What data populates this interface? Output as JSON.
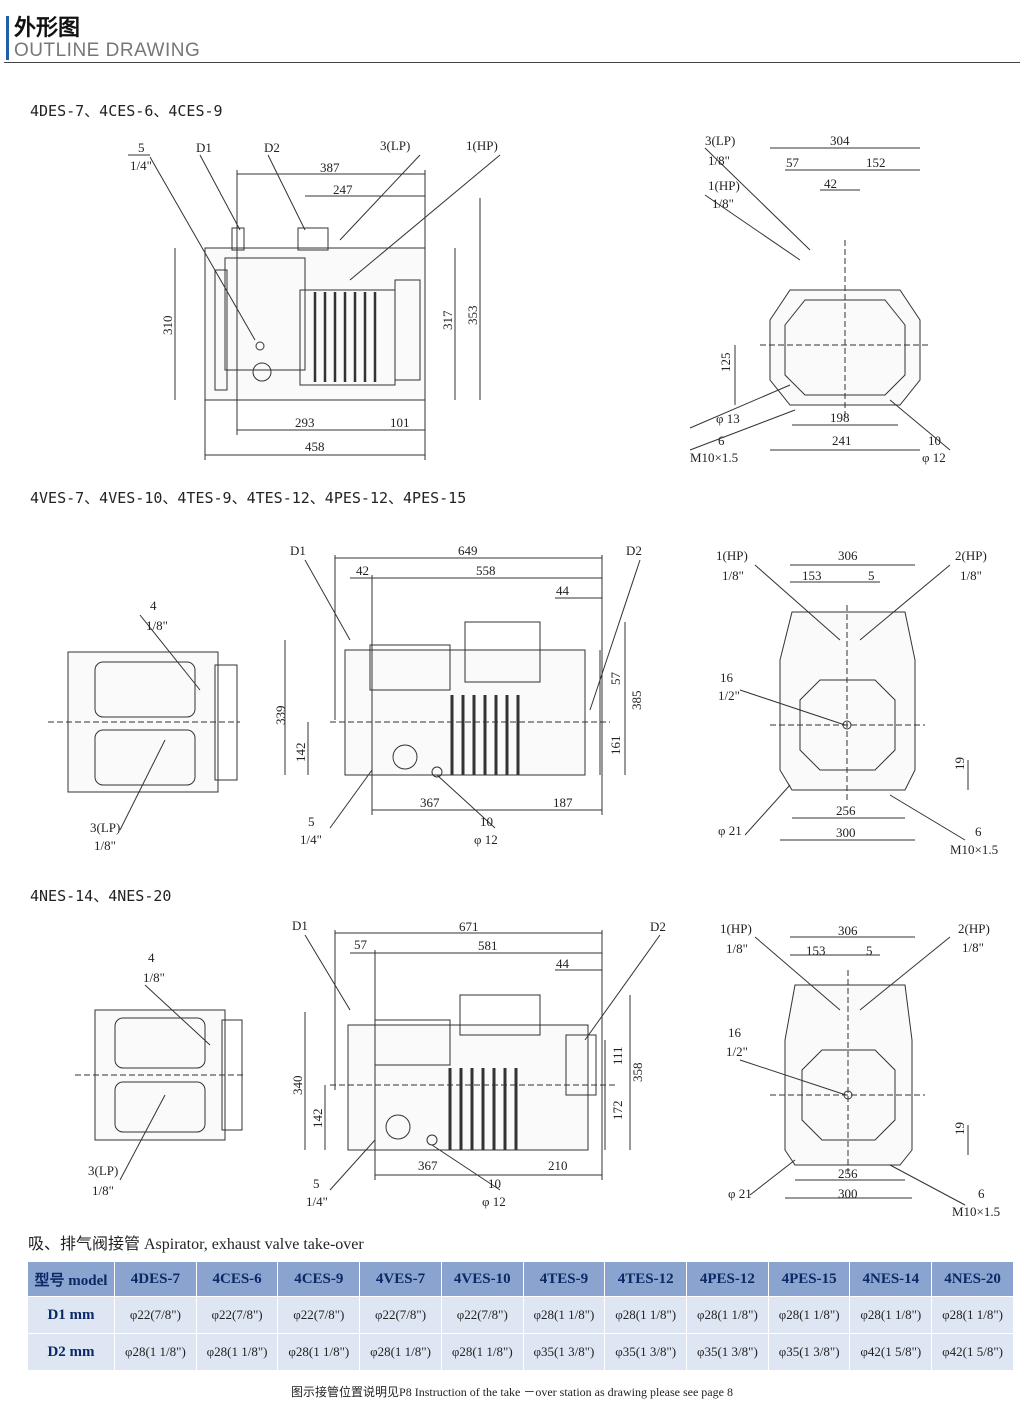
{
  "header": {
    "title_cn": "外形图",
    "title_en": "OUTLINE  DRAWING"
  },
  "sections": [
    {
      "title": "4DES-7、4CES-6、4CES-9"
    },
    {
      "title": "4VES-7、4VES-10、4TES-9、4TES-12、4PES-12、4PES-15"
    },
    {
      "title": "4NES-14、4NES-20"
    }
  ],
  "drawing1": {
    "front": {
      "labels": [
        "5",
        "1/4\"",
        "D1",
        "D2",
        "3(LP)",
        "1(HP)",
        "387",
        "247",
        "310",
        "317",
        "353",
        "293",
        "101",
        "458"
      ]
    },
    "side": {
      "labels": [
        "3(LP)",
        "1/8\"",
        "1(HP)",
        "1/8\"",
        "304",
        "57",
        "152",
        "42",
        "125",
        "φ 13",
        "198",
        "6",
        "M10×1.5",
        "241",
        "10",
        "φ 12"
      ]
    }
  },
  "drawing2": {
    "top": {
      "labels": [
        "4",
        "1/8\"",
        "3(LP)",
        "1/8\""
      ]
    },
    "front": {
      "labels": [
        "D1",
        "649",
        "42",
        "558",
        "D2",
        "44",
        "339",
        "142",
        "57",
        "385",
        "161",
        "367",
        "187",
        "5",
        "1/4\"",
        "10",
        "φ 12"
      ]
    },
    "side": {
      "labels": [
        "1(HP)",
        "1/8\"",
        "306",
        "153",
        "5",
        "2(HP)",
        "1/8\"",
        "16",
        "1/2\"",
        "19",
        "256",
        "φ 21",
        "300",
        "6",
        "M10×1.5"
      ]
    }
  },
  "drawing3": {
    "top": {
      "labels": [
        "4",
        "1/8\"",
        "3(LP)",
        "1/8\""
      ]
    },
    "front": {
      "labels": [
        "D1",
        "671",
        "57",
        "581",
        "D2",
        "44",
        "340",
        "142",
        "111",
        "358",
        "172",
        "367",
        "210",
        "5",
        "1/4\"",
        "10",
        "φ 12"
      ]
    },
    "side": {
      "labels": [
        "1(HP)",
        "1/8\"",
        "306",
        "153",
        "5",
        "2(HP)",
        "1/8\"",
        "16",
        "1/2\"",
        "19",
        "256",
        "φ 21",
        "300",
        "6",
        "M10×1.5"
      ]
    }
  },
  "table": {
    "caption": "吸、排气阀接管 Aspirator, exhaust valve take-over",
    "headers": [
      "型号 model",
      "4DES-7",
      "4CES-6",
      "4CES-9",
      "4VES-7",
      "4VES-10",
      "4TES-9",
      "4TES-12",
      "4PES-12",
      "4PES-15",
      "4NES-14",
      "4NES-20"
    ],
    "rows": [
      {
        "label": "D1  mm",
        "values": [
          "φ22(7/8\")",
          "φ22(7/8\")",
          "φ22(7/8\")",
          "φ22(7/8\")",
          "φ22(7/8\")",
          "φ28(1 1/8\")",
          "φ28(1 1/8\")",
          "φ28(1 1/8\")",
          "φ28(1 1/8\")",
          "φ28(1 1/8\")",
          "φ28(1 1/8\")"
        ]
      },
      {
        "label": "D2  mm",
        "values": [
          "φ28(1 1/8\")",
          "φ28(1 1/8\")",
          "φ28(1 1/8\")",
          "φ28(1 1/8\")",
          "φ28(1 1/8\")",
          "φ35(1 3/8\")",
          "φ35(1 3/8\")",
          "φ35(1 3/8\")",
          "φ35(1 3/8\")",
          "φ42(1 5/8\")",
          "φ42(1 5/8\")"
        ]
      }
    ]
  },
  "footnote": "图示接管位置说明见P8   Instruction of the take －over station as drawing please see page 8"
}
